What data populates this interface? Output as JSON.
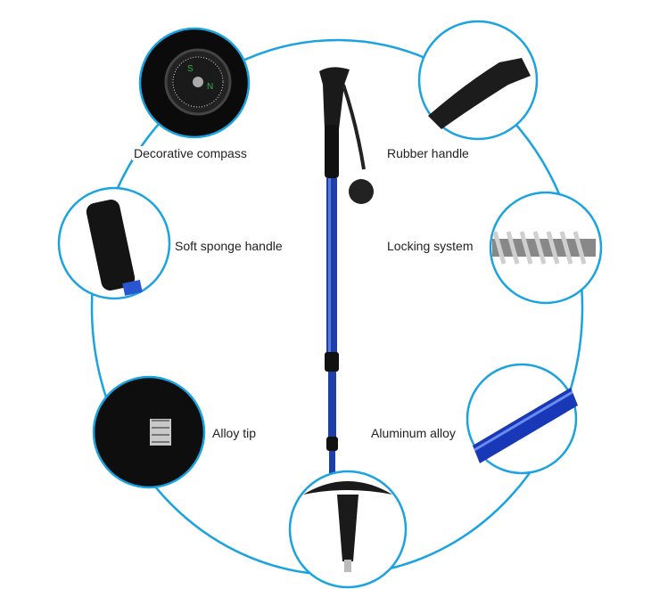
{
  "accent_color": "#1aa3e0",
  "features": [
    {
      "label": "Decorative compass",
      "icon": "compass-icon"
    },
    {
      "label": "Rubber handle",
      "icon": "rubber-handle-icon"
    },
    {
      "label": "Soft sponge handle",
      "icon": "sponge-handle-icon"
    },
    {
      "label": "Locking system",
      "icon": "spring-lock-icon"
    },
    {
      "label": "Alloy tip",
      "icon": "alloy-tip-icon"
    },
    {
      "label": "Aluminum alloy",
      "icon": "aluminum-tube-icon"
    }
  ],
  "product": "trekking-pole"
}
